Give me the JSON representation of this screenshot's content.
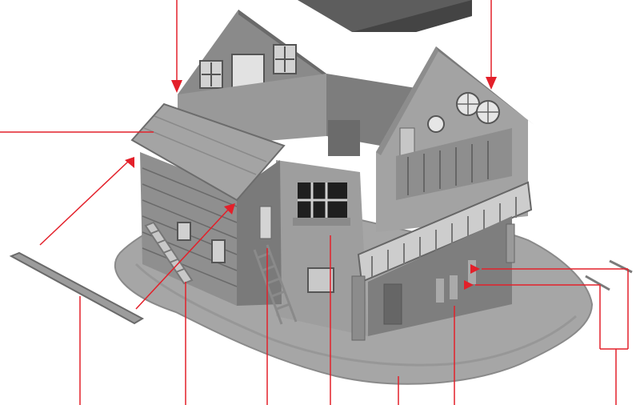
{
  "figure": {
    "subject": "",
    "colors": {
      "callout": "#e3202a",
      "model_light": "#b9b9b9",
      "model_mid": "#9a9a9a",
      "model_dark": "#6f6f6f",
      "shadow": "#4e4e4e",
      "base": "#a8a8a8"
    },
    "callouts": [
      {
        "name": "callout-top-left-wall"
      },
      {
        "name": "callout-top-right-gable"
      },
      {
        "name": "callout-left-roof-edge"
      },
      {
        "name": "callout-side-roof"
      },
      {
        "name": "callout-loose-plank"
      },
      {
        "name": "callout-left-wall-stairs"
      },
      {
        "name": "callout-ladder"
      },
      {
        "name": "callout-window"
      },
      {
        "name": "callout-base"
      },
      {
        "name": "callout-posts"
      },
      {
        "name": "callout-loose-beams-upper"
      },
      {
        "name": "callout-loose-beams-lower"
      },
      {
        "name": "callout-bracket"
      }
    ]
  }
}
